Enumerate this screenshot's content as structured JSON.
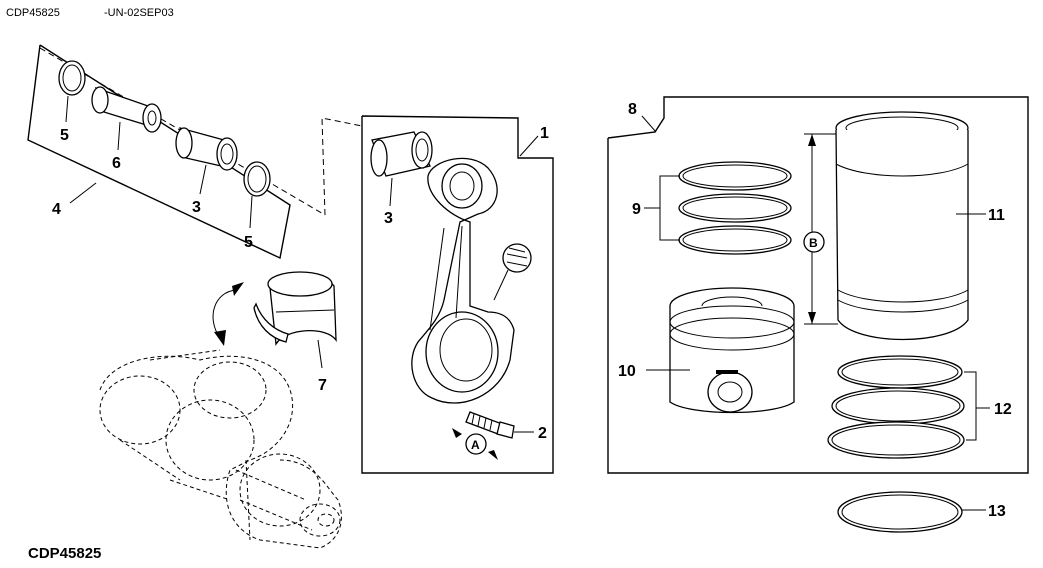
{
  "header": {
    "left_code": "CDP45825",
    "right_code": "-UN-02SEP03"
  },
  "footer": {
    "code": "CDP45825"
  },
  "callouts": {
    "c1": "1",
    "c2": "2",
    "c3a": "3",
    "c3b": "3",
    "c4": "4",
    "c5a": "5",
    "c5b": "5",
    "c6": "6",
    "c7": "7",
    "c8": "8",
    "c9": "9",
    "c10": "10",
    "c11": "11",
    "c12": "12",
    "c13": "13"
  },
  "markers": {
    "a": "A",
    "b": "B"
  }
}
